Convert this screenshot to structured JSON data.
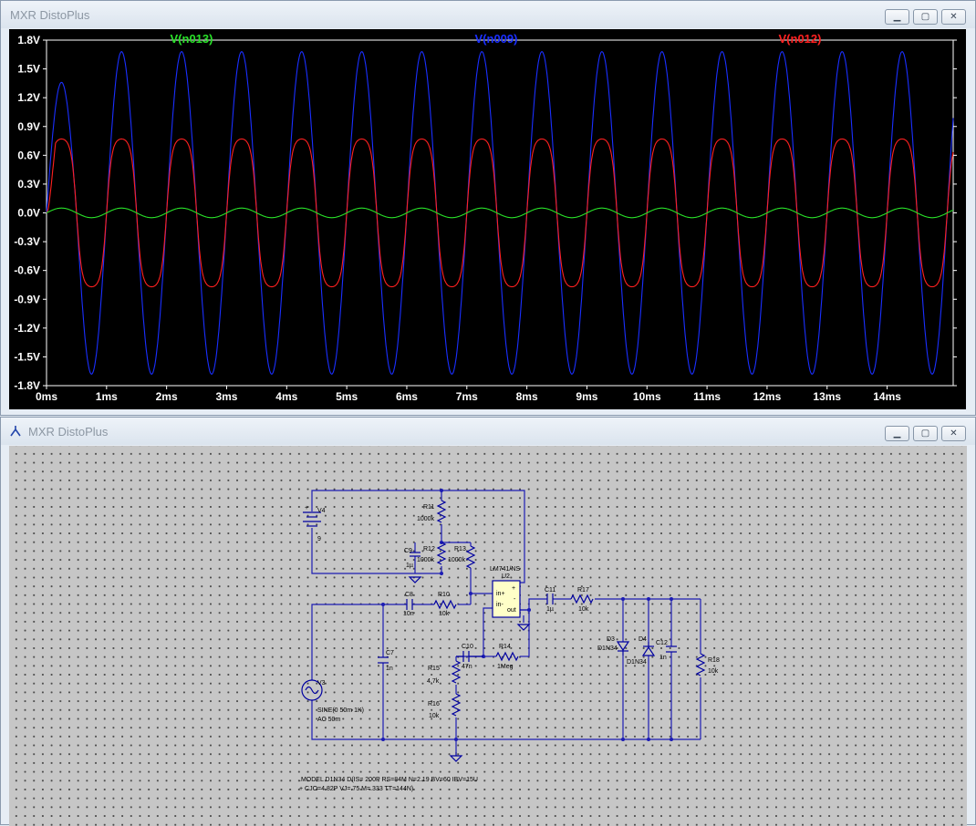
{
  "plot_window": {
    "title": "MXR DistoPlus",
    "buttons": [
      "minimize",
      "maximize",
      "close"
    ]
  },
  "schematic_window": {
    "title": "MXR DistoPlus",
    "buttons": [
      "minimize",
      "maximize",
      "close"
    ]
  },
  "chart_data": {
    "type": "line",
    "xlabel": "",
    "ylabel": "",
    "xlim": [
      0,
      15.1
    ],
    "ylim": [
      -1.8,
      1.8
    ],
    "x_ticks": [
      "0ms",
      "1ms",
      "2ms",
      "3ms",
      "4ms",
      "5ms",
      "6ms",
      "7ms",
      "8ms",
      "9ms",
      "10ms",
      "11ms",
      "12ms",
      "13ms",
      "14ms"
    ],
    "y_ticks": [
      "1.8V",
      "1.5V",
      "1.2V",
      "0.9V",
      "0.6V",
      "0.3V",
      "0.0V",
      "-0.3V",
      "-0.6V",
      "-0.9V",
      "-1.2V",
      "-1.5V",
      "-1.8V"
    ],
    "grid": false,
    "background": "#000000",
    "series": [
      {
        "name": "V(n013)",
        "color": "#28e028",
        "amplitude": 0.05,
        "frequency_khz": 1.0,
        "shape": "sine"
      },
      {
        "name": "V(n009)",
        "color": "#1a2fff",
        "amplitude": 1.68,
        "frequency_khz": 1.0,
        "shape": "sine",
        "first_peak": 1.36
      },
      {
        "name": "V(n012)",
        "color": "#ff2020",
        "amplitude": 0.77,
        "frequency_khz": 1.0,
        "shape": "clipped-sine"
      }
    ]
  },
  "schematic": {
    "components": {
      "V4": {
        "name": "V4",
        "value": "9"
      },
      "R11": {
        "name": "R11",
        "value": "1000k"
      },
      "R12": {
        "name": "R12",
        "value": "1000k"
      },
      "R13": {
        "name": "R13",
        "value": "1000k"
      },
      "C9": {
        "name": "C9",
        "value": "1µ"
      },
      "U2": {
        "name": "U2",
        "model": "LM741/NS",
        "pins": [
          "in+",
          "in-",
          "+",
          "-",
          "out"
        ]
      },
      "C8": {
        "name": "C8",
        "value": "10n"
      },
      "R10": {
        "name": "R10",
        "value": "10k"
      },
      "C11": {
        "name": "C11",
        "value": "1µ"
      },
      "R17": {
        "name": "R17",
        "value": "10k"
      },
      "C10": {
        "name": "C10",
        "value": "47n"
      },
      "R14": {
        "name": "R14",
        "value": "1Meg"
      },
      "R15": {
        "name": "R15",
        "value": "4.7k"
      },
      "R16": {
        "name": "R16",
        "value": "10k"
      },
      "V3": {
        "name": "V3",
        "value1": "SINE(0 50m 1K)",
        "value2": "AC 50m"
      },
      "C7": {
        "name": "C7",
        "value": "1n"
      },
      "D3": {
        "name": "D3",
        "value": "D1N34"
      },
      "D4": {
        "name": "D4",
        "value": "D1N34"
      },
      "C12": {
        "name": "C12",
        "value": "1n"
      },
      "R18": {
        "name": "R18",
        "value": "10k"
      }
    },
    "spice_directive": [
      ".MODEL D1N34 D(IS= 200P RS=84M N=2.19 BV=60 IBV=15U",
      "+ CJO=4.82P VJ=.75 M=.333 TT=144N)"
    ],
    "wire_color": "#1c1cb4",
    "component_color": "#0000a0",
    "opamp_fill": "#ffffc8"
  }
}
